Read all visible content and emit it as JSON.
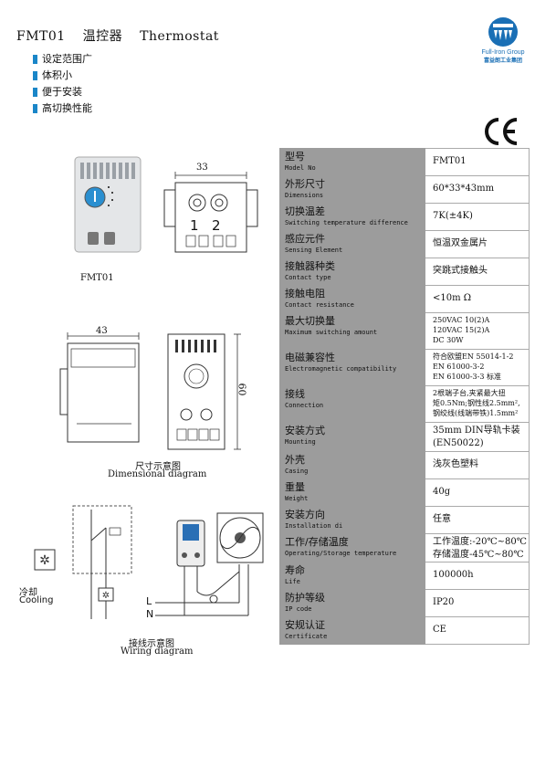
{
  "header": {
    "model": "FMT01",
    "name_zh": "温控器",
    "name_en": "Thermostat"
  },
  "features": [
    "设定范围广",
    "体积小",
    "便于安装",
    "高切换性能"
  ],
  "logo": {
    "brand_en": "Full-Iron Group",
    "brand_zh": "富益朗工业集团"
  },
  "certification_mark": "CE",
  "product_photo_caption": "FMT01",
  "dimensions": {
    "front_width": "33",
    "side_width": "43",
    "height": "60",
    "terminal_1": "1",
    "terminal_2": "2",
    "caption_zh": "尺寸示意图",
    "caption_en": "Dimensional diagram"
  },
  "wiring": {
    "cooling_zh": "冷却",
    "cooling_en": "Cooling",
    "line_l": "L",
    "line_n": "N",
    "caption_zh": "接线示意图",
    "caption_en": "Wiring diagram"
  },
  "spec_rows": [
    {
      "zh": "型号",
      "en": "Model No",
      "value": [
        "FMT01"
      ]
    },
    {
      "zh": "外形尺寸",
      "en": "Dimensions",
      "value": [
        "60*33*43mm"
      ]
    },
    {
      "zh": "切换温差",
      "en": "Switching temperature difference",
      "value": [
        "7K(±4K)"
      ]
    },
    {
      "zh": "感应元件",
      "en": "Sensing Element",
      "value": [
        "恒温双金属片"
      ]
    },
    {
      "zh": "接触器种类",
      "en": "Contact type",
      "value": [
        "突跳式接触头"
      ]
    },
    {
      "zh": "接触电阻",
      "en": "Contact resistance",
      "value": [
        "<10m Ω"
      ]
    },
    {
      "zh": "最大切换量",
      "en": "Maximum switching amount",
      "value": [
        "250VAC 10(2)A",
        "120VAC 15(2)A",
        "DC 30W"
      ]
    },
    {
      "zh": "电磁兼容性",
      "en": "Electromagnetic compatibility",
      "value": [
        "符合欧盟EN 55014-1-2",
        "EN 61000-3-2",
        "EN 61000-3-3 标准"
      ]
    },
    {
      "zh": "接线",
      "en": "Connection",
      "value": [
        "2根端子台,夹紧最大扭",
        "矩0.5Nm;钢性线2.5mm²,",
        "钢绞线(线端带铁)1.5mm²"
      ]
    },
    {
      "zh": "安装方式",
      "en": "Mounting",
      "value": [
        "35mm DIN导轨卡装",
        "(EN50022)"
      ]
    },
    {
      "zh": "外壳",
      "en": "Casing",
      "value": [
        "浅灰色塑料"
      ]
    },
    {
      "zh": "重量",
      "en": "Weight",
      "value": [
        "40g"
      ]
    },
    {
      "zh": "安装方向",
      "en": "Installation di",
      "value": [
        "任意"
      ]
    },
    {
      "zh": "工作/存储温度",
      "en": "Operating/Storage temperature",
      "value": [
        "工作温度:-20℃~80℃",
        "存储温度-45℃~80℃"
      ]
    },
    {
      "zh": "寿命",
      "en": "Life",
      "value": [
        "100000h"
      ]
    },
    {
      "zh": "防护等级",
      "en": "IP code",
      "value": [
        "IP20"
      ]
    },
    {
      "zh": "安规认证",
      "en": "Certificate",
      "value": [
        "CE"
      ]
    }
  ]
}
